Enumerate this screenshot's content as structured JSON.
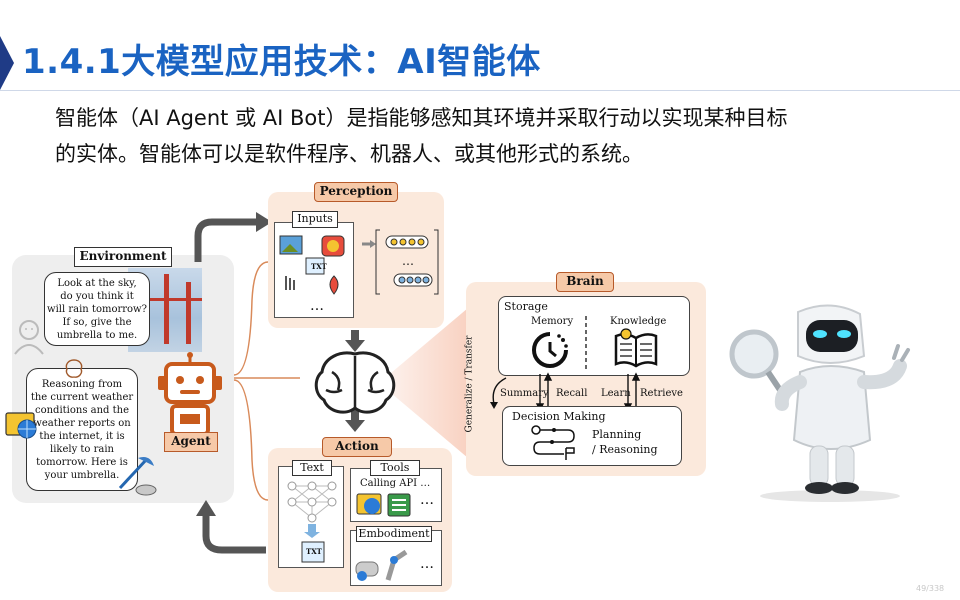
{
  "slide": {
    "title": "1.4.1大模型应用技术：AI智能体",
    "intro_line1": "智能体（AI Agent 或 AI Bot）是指能够感知其环境并采取行动以实现某种目标",
    "intro_line2": "的实体。智能体可以是软件程序、机器人、或其他形式的系统。",
    "page_number": "49/338"
  },
  "diagram": {
    "environment": {
      "label": "Environment",
      "bubble_top": [
        "Look at the sky,",
        "do you think it",
        "will rain tomorrow?",
        "If so, give the",
        "umbrella to me."
      ],
      "bubble_bottom": [
        "Reasoning from",
        "the current weather",
        "conditions and the",
        "weather reports on",
        "the internet, it is",
        "likely to rain",
        "tomorrow. Here is",
        "your umbrella."
      ]
    },
    "agent_label": "Agent",
    "perception": {
      "label": "Perception",
      "inputs_label": "Inputs",
      "txt_tag": "TXT",
      "ellipsis": "…",
      "vector_ellipsis": "…"
    },
    "action": {
      "label": "Action",
      "text_label": "Text",
      "tools_label": "Tools",
      "calling_api": "Calling API …",
      "tools_ellipsis": "…",
      "embodiment_label": "Embodiment",
      "embodiment_ellipsis": "…",
      "txt_tag": "TXT"
    },
    "brain": {
      "label": "Brain",
      "storage": "Storage",
      "memory": "Memory",
      "knowledge": "Knowledge",
      "summary": "Summary",
      "recall": "Recall",
      "learn": "Learn",
      "retrieve": "Retrieve",
      "generalize": "Generalize / Transfer",
      "decision_making": "Decision Making",
      "planning": "Planning",
      "reasoning": "/ Reasoning"
    }
  },
  "colors": {
    "title_blue": "#1a63c2",
    "accent_navy": "#1f3b86",
    "module_fill": "#fbe9dc",
    "module_tag": "#f6c9a8",
    "agent_orange": "#c85a1c"
  }
}
